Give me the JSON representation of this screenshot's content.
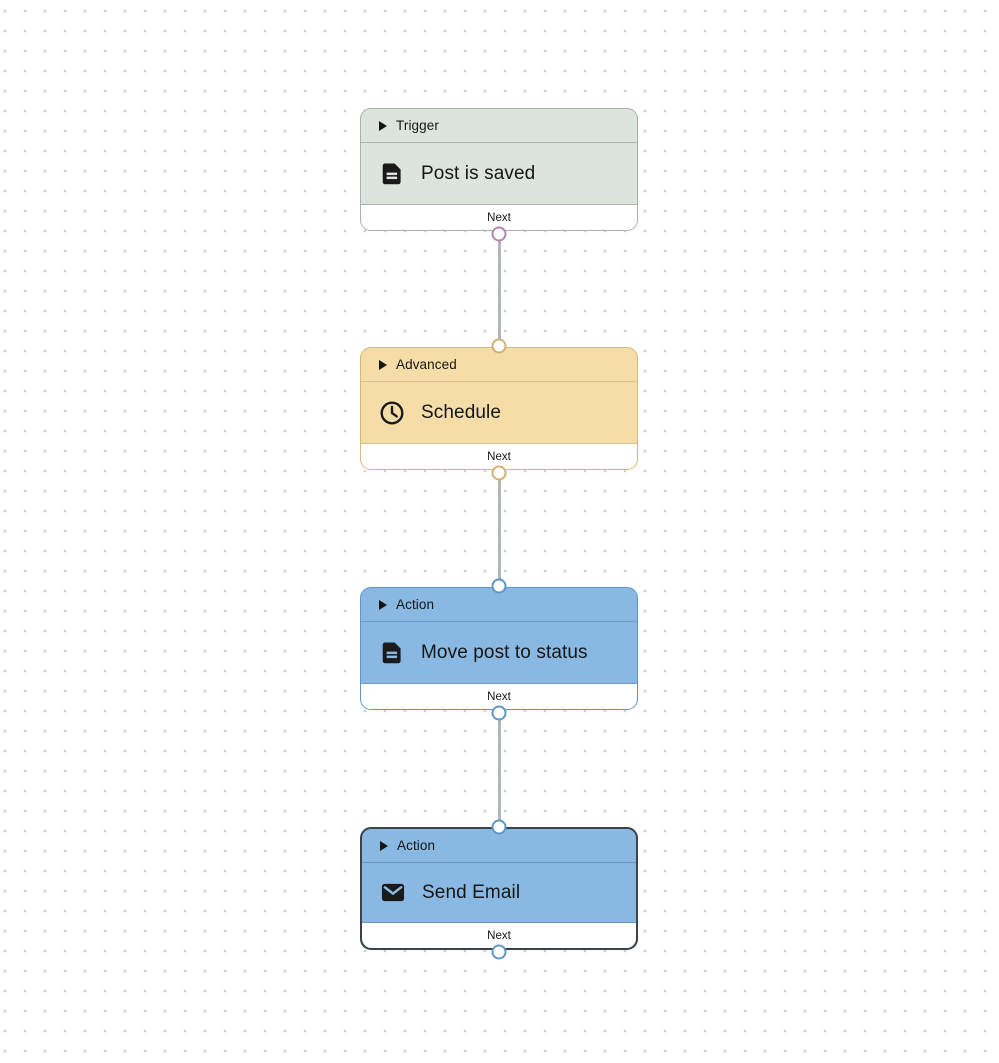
{
  "canvas": {
    "background_color": "#ffffff",
    "dot_color": "#cfcfcf",
    "connector_color": "#b2b5b9",
    "text_color": "#161616"
  },
  "connections": [
    {
      "from": 0,
      "to": 1
    },
    {
      "from": 1,
      "to": 2
    },
    {
      "from": 2,
      "to": 3
    }
  ],
  "nodes": [
    {
      "category": "Trigger",
      "title": "Post is saved",
      "icon": "document-icon",
      "footer_label": "Next",
      "selected": false,
      "has_input_port": false,
      "colors": {
        "fill": "#dde4dd",
        "border": "#a9b0a9",
        "divider": "#adb5ad",
        "port": "#b286b2"
      }
    },
    {
      "category": "Advanced",
      "title": "Schedule",
      "icon": "clock-icon",
      "footer_label": "Next",
      "selected": false,
      "has_input_port": true,
      "colors": {
        "fill": "#f5dda8",
        "border": "#d8b87b",
        "divider": "#d9c190",
        "port": "#d2b077"
      }
    },
    {
      "category": "Action",
      "title": "Move post to status",
      "icon": "document-icon",
      "footer_label": "Next",
      "selected": false,
      "has_input_port": true,
      "colors": {
        "fill": "#89b9e3",
        "border": "#5e96c8",
        "divider": "#6e9cc6",
        "port": "#5e96c8"
      }
    },
    {
      "category": "Action",
      "title": "Send Email",
      "icon": "email-icon",
      "footer_label": "Next",
      "selected": true,
      "has_input_port": true,
      "colors": {
        "fill": "#89b9e3",
        "border": "#3d4249",
        "divider": "#6e93b8",
        "port": "#5e96c8"
      }
    }
  ]
}
